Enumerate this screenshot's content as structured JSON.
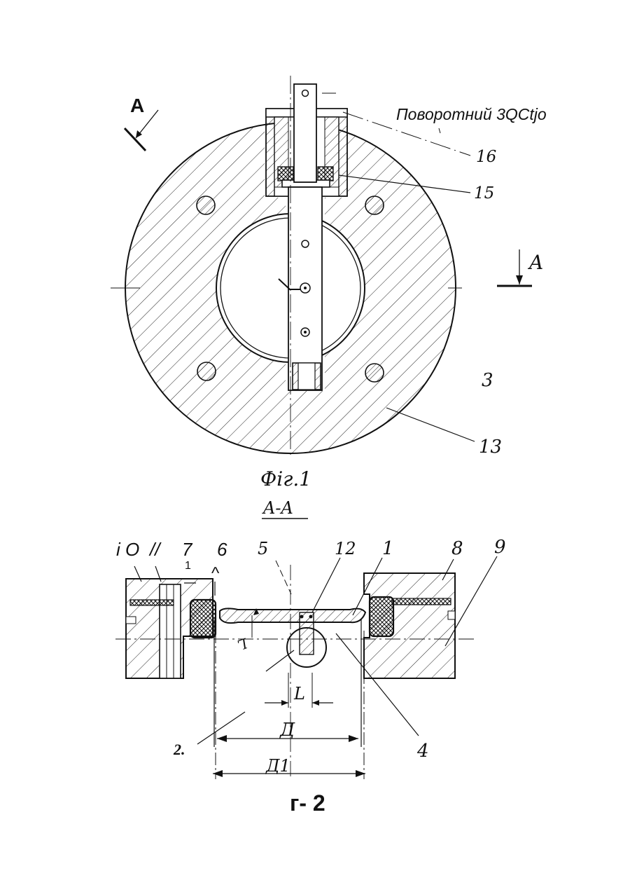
{
  "figure1": {
    "caption": "Фіг.1",
    "title_note": "Поворотний 3QCtjo",
    "section_mark": "A",
    "section_mark_right": "A",
    "labels": {
      "l16": "16",
      "l15": "15",
      "l3": "3",
      "l13": "13"
    }
  },
  "figure2": {
    "section_title": "A-A",
    "caption": "г- 2",
    "top_labels": {
      "l10": "i O",
      "l11": "//",
      "l7": "7",
      "l7sub": "1",
      "l6": "6",
      "l6sub": "^",
      "l5": "5",
      "l12": "12",
      "l1": "1",
      "l8": "8",
      "l9": "9"
    },
    "bottom_labels": {
      "l2": "2.",
      "l4": "4"
    },
    "dims": {
      "L_small": "L",
      "L_vert": "L",
      "D": "Д",
      "D1": "Д1"
    }
  }
}
